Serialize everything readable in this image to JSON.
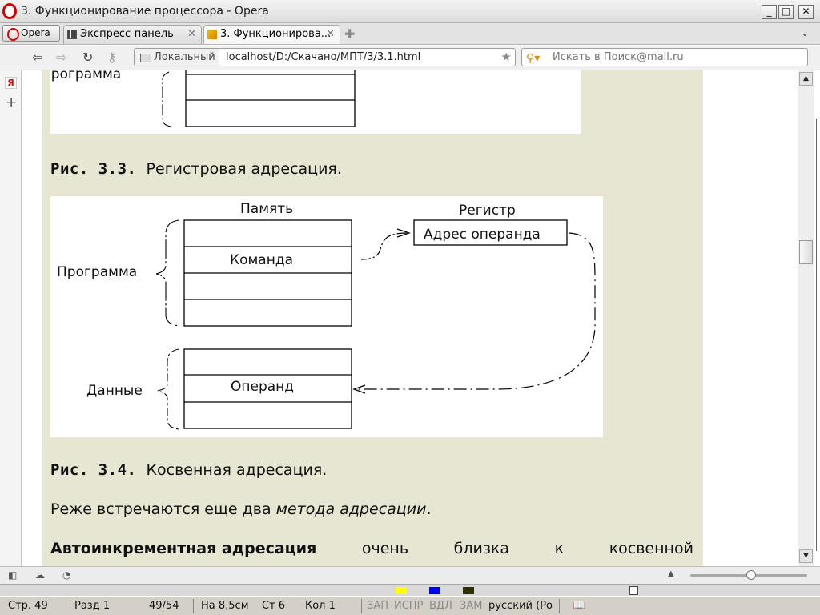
{
  "window": {
    "title": "3. Функционирование процессора - Opera"
  },
  "tabs": {
    "menu_label": "Opera",
    "items": [
      {
        "label": "Экспресс-панель"
      },
      {
        "label": "3. Функционирова..."
      }
    ]
  },
  "nav": {
    "security_label": "Локальный",
    "url": "localhost/D:/Скачано/МПТ/3/3.1.html",
    "search_placeholder": "Искать в Поиск@mail.ru"
  },
  "content": {
    "fig_top": {
      "label_program": "Программа"
    },
    "caption_33": {
      "num": "Рис. 3.3.",
      "text": "Регистровая адресация."
    },
    "fig34": {
      "label_memory": "Память",
      "label_register": "Регистр",
      "label_program": "Программа",
      "label_data": "Данные",
      "cell_command": "Команда",
      "cell_operand": "Операнд",
      "reg_text": "Адрес операнда"
    },
    "caption_34": {
      "num": "Рис. 3.4.",
      "text": "Косвенная адресация."
    },
    "para1": {
      "text": "Реже встречаются еще два",
      "italic": "метода адресации",
      "end": "."
    },
    "para2": {
      "bold": "Автоинкрементная адресация",
      "words": [
        "очень",
        "близка",
        "к",
        "косвенной"
      ]
    }
  },
  "status": {
    "page": "Стр. 49",
    "section": "Разд 1",
    "pages": "49/54",
    "at": "На 8,5см",
    "line": "Ст 6",
    "col": "Кол 1",
    "rec": "ЗАП",
    "trk": "ИСПР",
    "ext": "ВДЛ",
    "ovr": "ЗАМ",
    "lang": "русский (Ро"
  },
  "colors": {
    "page_column": "#e6e6d3",
    "opera_red": "#d40000"
  }
}
